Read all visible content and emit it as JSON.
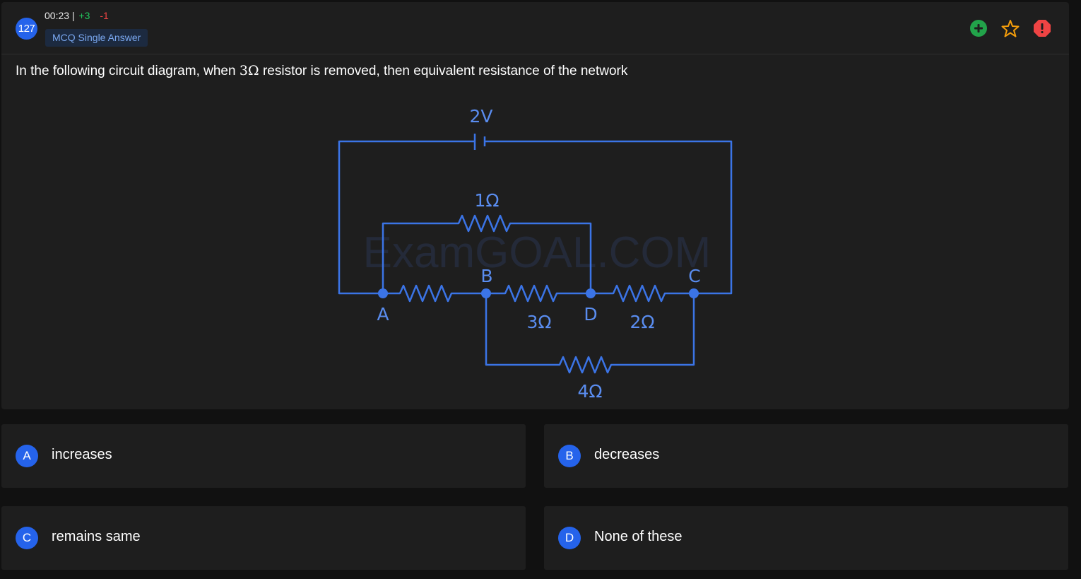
{
  "question": {
    "number": "127",
    "timer": "00:23",
    "separator": "|",
    "positive_marks": "+3",
    "negative_marks": "-1",
    "type": "MCQ Single Answer",
    "text_before": "In the following circuit diagram, when ",
    "math": "3Ω",
    "text_after": " resistor is removed, then equivalent resistance of the network"
  },
  "toolbar": {
    "add_icon": "plus-circle-icon",
    "bookmark_icon": "star-icon",
    "report_icon": "alert-icon",
    "colors": {
      "add": "#22a34a",
      "bookmark": "#f59e0b",
      "report": "#ef4444"
    }
  },
  "diagram": {
    "watermark": "ExamGOAL.COM",
    "battery_label": "2V",
    "resistors": [
      "1Ω",
      "3Ω",
      "2Ω",
      "4Ω"
    ],
    "nodes": [
      "A",
      "B",
      "C",
      "D"
    ],
    "wire_color": "#3b74e6"
  },
  "options": [
    {
      "letter": "A",
      "text": "increases"
    },
    {
      "letter": "B",
      "text": "decreases"
    },
    {
      "letter": "C",
      "text": "remains same"
    },
    {
      "letter": "D",
      "text": "None of these"
    }
  ]
}
